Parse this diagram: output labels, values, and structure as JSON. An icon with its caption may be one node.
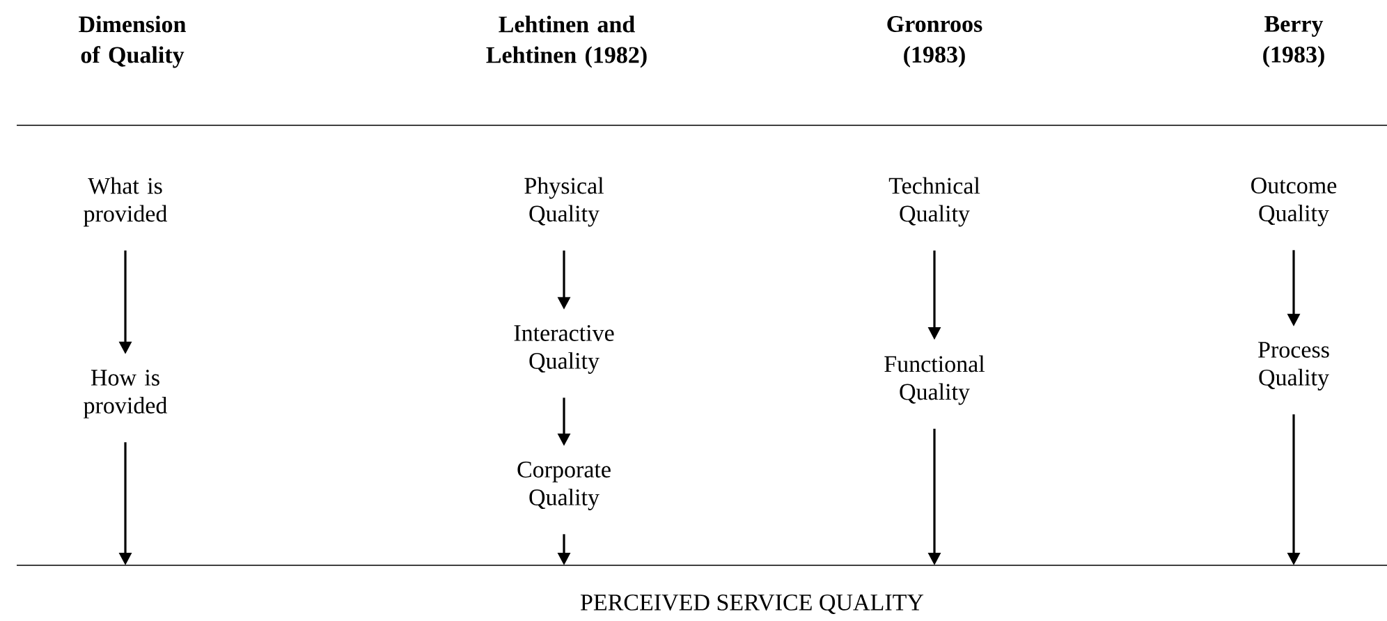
{
  "diagram": {
    "nodes": [
      {
        "text": [
          "What is provided"
        ]
      },
      {
        "text": [
          "How is provided"
        ]
      },
      {
        "text": [
          "Physical Quality"
        ]
      },
      {
        "text": [
          "Interactive Quality"
        ]
      },
      {
        "text": [
          "Corporate Quality"
        ]
      },
      {
        "text": [
          "Technical Quality"
        ]
      },
      {
        "text": [
          "Functional Quality"
        ]
      },
      {
        "text": [
          "Outcome Quality"
        ]
      },
      {
        "text": [
          "Process Quality"
        ]
      },
      {
        "text": [
          "PERCEIVED SERVICE QUALITY"
        ]
      }
    ],
    "edges": [
      {
        "from": 0,
        "to": 1,
        "arrow": "to"
      },
      {
        "from": 1,
        "to": 9,
        "arrow": "to"
      },
      {
        "from": 2,
        "to": 3,
        "arrow": "to"
      },
      {
        "from": 3,
        "to": 4,
        "arrow": "to"
      },
      {
        "from": 4,
        "to": 9,
        "arrow": "to"
      },
      {
        "from": 5,
        "to": 6,
        "arrow": "to"
      },
      {
        "from": 6,
        "to": 9,
        "arrow": "to"
      },
      {
        "from": 7,
        "to": 8,
        "arrow": "to"
      },
      {
        "from": 8,
        "to": 9,
        "arrow": "to"
      }
    ],
    "labels": [
      "Dimension of Quality",
      "Lehtinen and Lehtinen (1982)",
      "Gronroos (1983)",
      "Berry (1983)"
    ]
  }
}
